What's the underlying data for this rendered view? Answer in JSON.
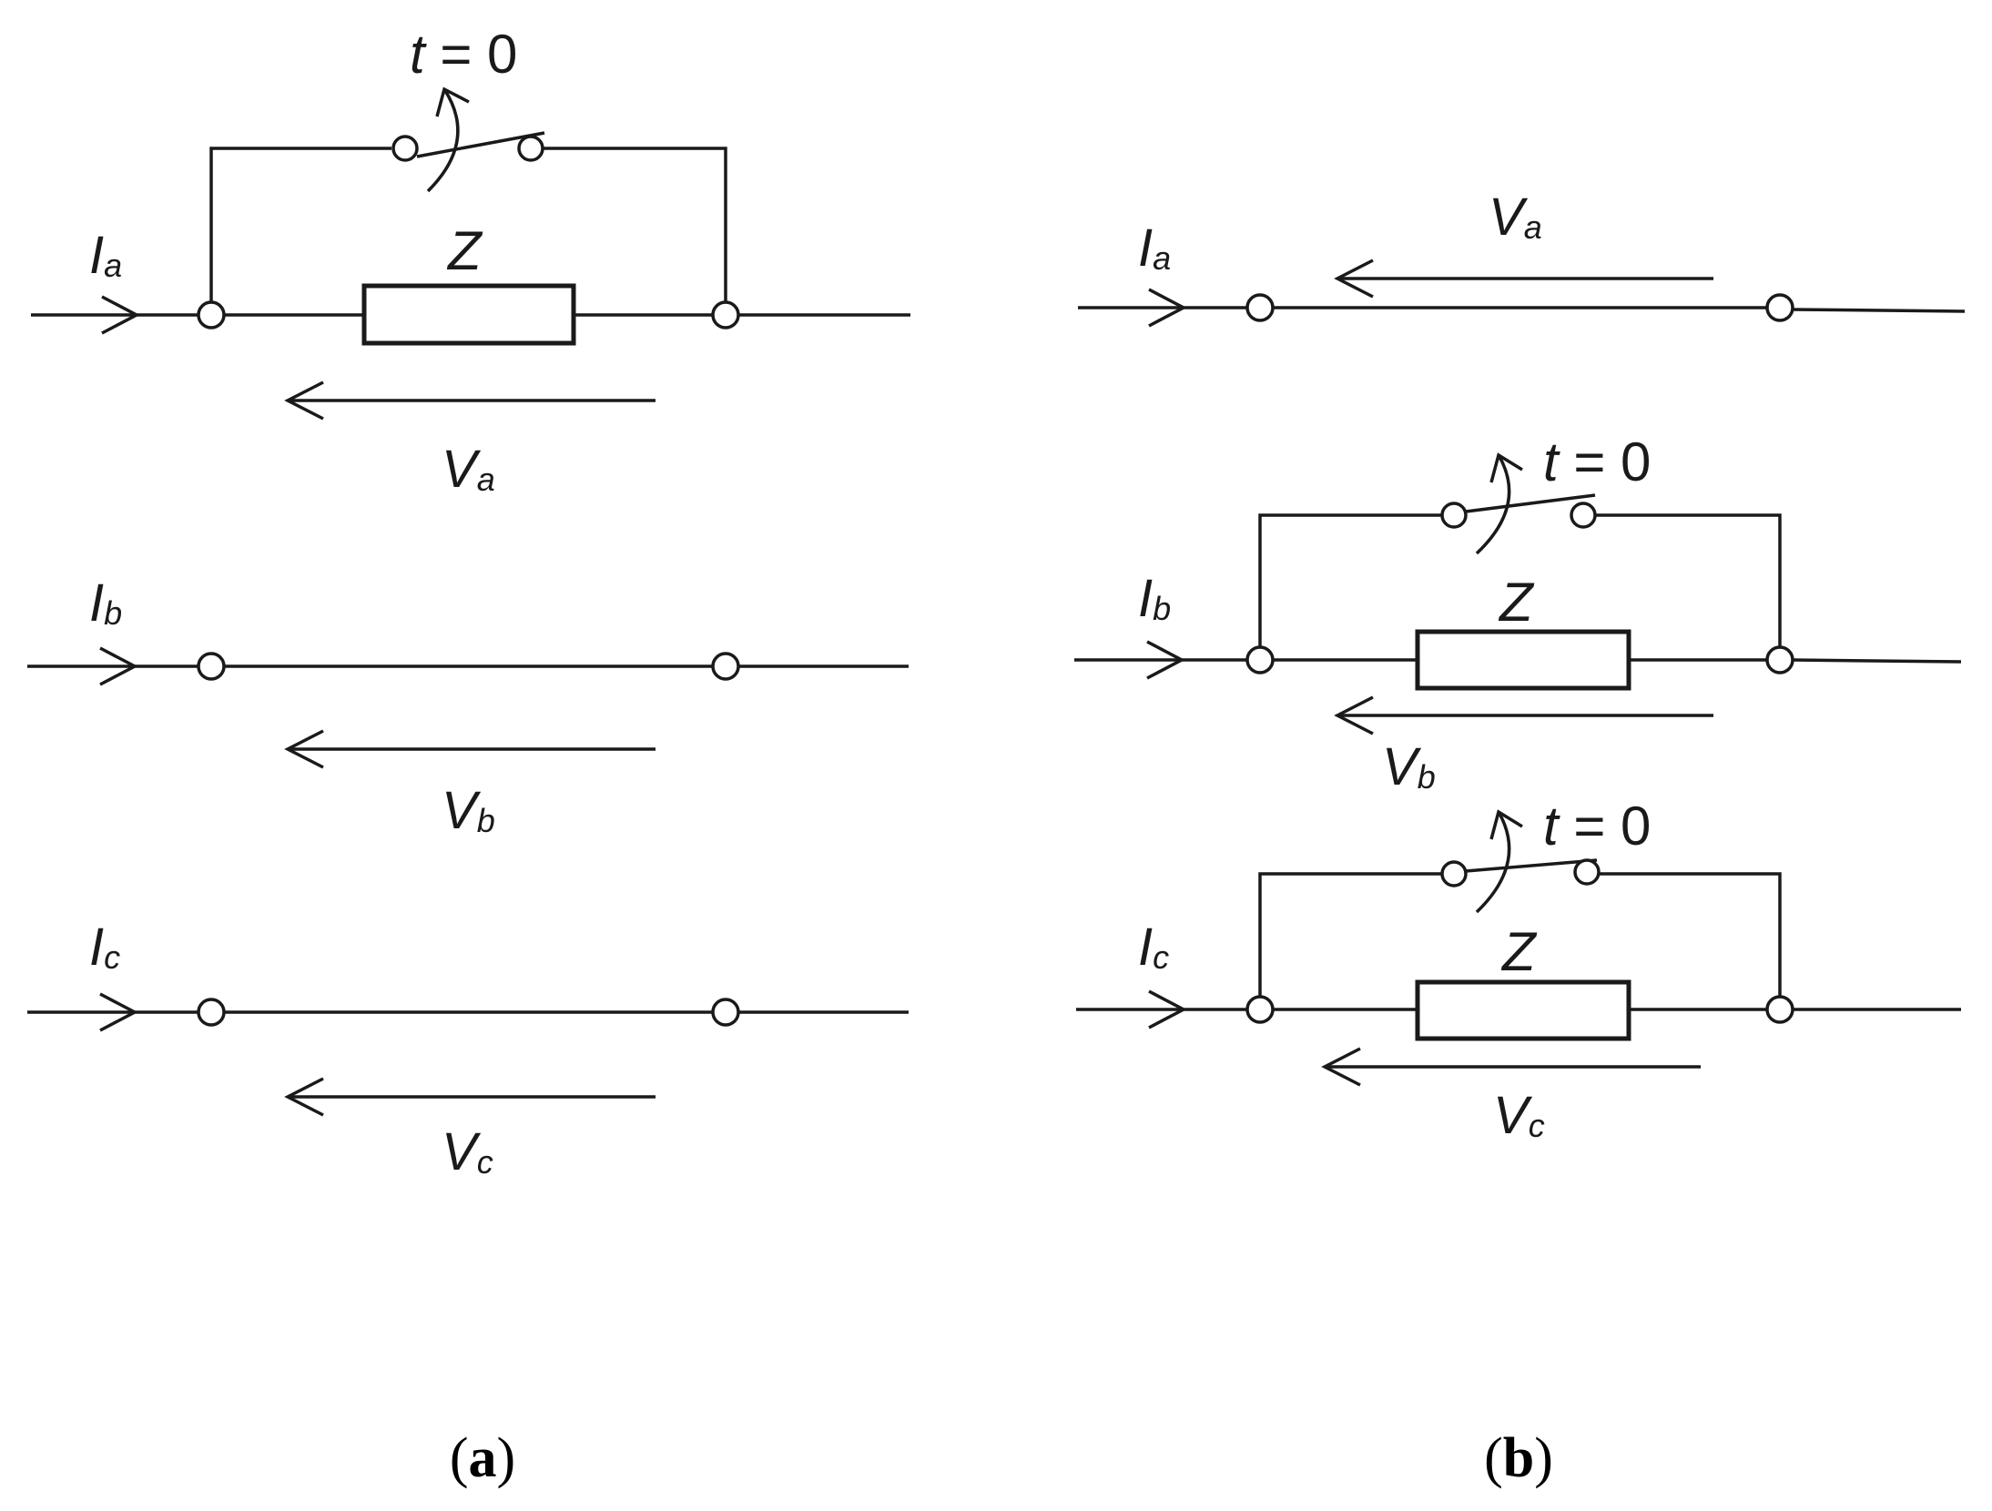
{
  "panels": [
    {
      "caption": {
        "open": "(",
        "letter": "a",
        "close": ")"
      },
      "phases": [
        {
          "current": {
            "sym": "I",
            "sub": "a"
          },
          "voltage": {
            "sym": "V",
            "sub": "a"
          },
          "impedance": "Z",
          "switch_time": {
            "var": "t",
            "rest": " = 0"
          }
        },
        {
          "current": {
            "sym": "I",
            "sub": "b"
          },
          "voltage": {
            "sym": "V",
            "sub": "b"
          }
        },
        {
          "current": {
            "sym": "I",
            "sub": "c"
          },
          "voltage": {
            "sym": "V",
            "sub": "c"
          }
        }
      ]
    },
    {
      "caption": {
        "open": "(",
        "letter": "b",
        "close": ")"
      },
      "phases": [
        {
          "current": {
            "sym": "I",
            "sub": "a"
          },
          "voltage": {
            "sym": "V",
            "sub": "a"
          }
        },
        {
          "current": {
            "sym": "I",
            "sub": "b"
          },
          "voltage": {
            "sym": "V",
            "sub": "b"
          },
          "impedance": "Z",
          "switch_time": {
            "var": "t",
            "rest": " = 0"
          }
        },
        {
          "current": {
            "sym": "I",
            "sub": "c"
          },
          "voltage": {
            "sym": "V",
            "sub": "c"
          },
          "impedance": "Z",
          "switch_time": {
            "var": "t",
            "rest": " = 0"
          }
        }
      ]
    }
  ]
}
